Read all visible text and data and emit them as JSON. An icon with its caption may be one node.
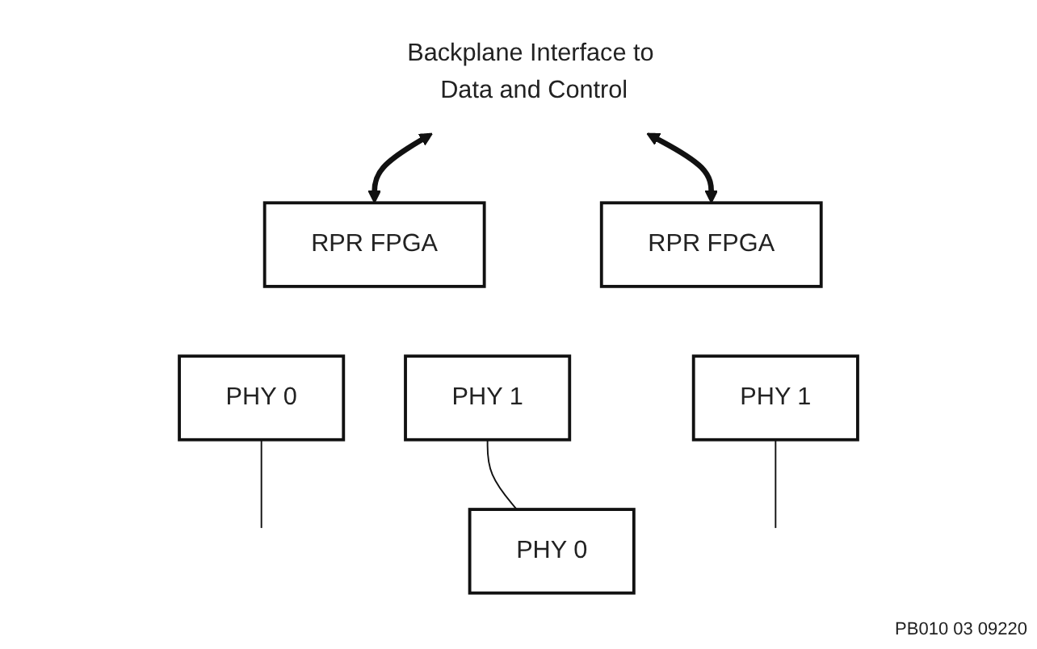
{
  "diagram": {
    "nodes": [
      {
        "text": [
          "Backplane Interface to Data and Control"
        ]
      },
      {
        "text": [
          "RPR FPGA"
        ]
      },
      {
        "text": [
          "RPR FPGA"
        ]
      },
      {
        "text": [
          "PHY 0"
        ]
      },
      {
        "text": [
          "PHY 1"
        ]
      },
      {
        "text": [
          "PHY 0"
        ]
      },
      {
        "text": [
          "PHY 1"
        ]
      }
    ],
    "edges": [
      {
        "from": 1,
        "to": 0,
        "arrow": "both",
        "style": "thick"
      },
      {
        "from": 2,
        "to": 0,
        "arrow": "both",
        "style": "thick"
      },
      {
        "from": 3,
        "to": null,
        "arrow": "none"
      },
      {
        "from": 4,
        "to": 5,
        "arrow": "none"
      },
      {
        "from": 6,
        "to": null,
        "arrow": "none"
      }
    ],
    "labels": [
      "PB010 03 09220"
    ]
  }
}
